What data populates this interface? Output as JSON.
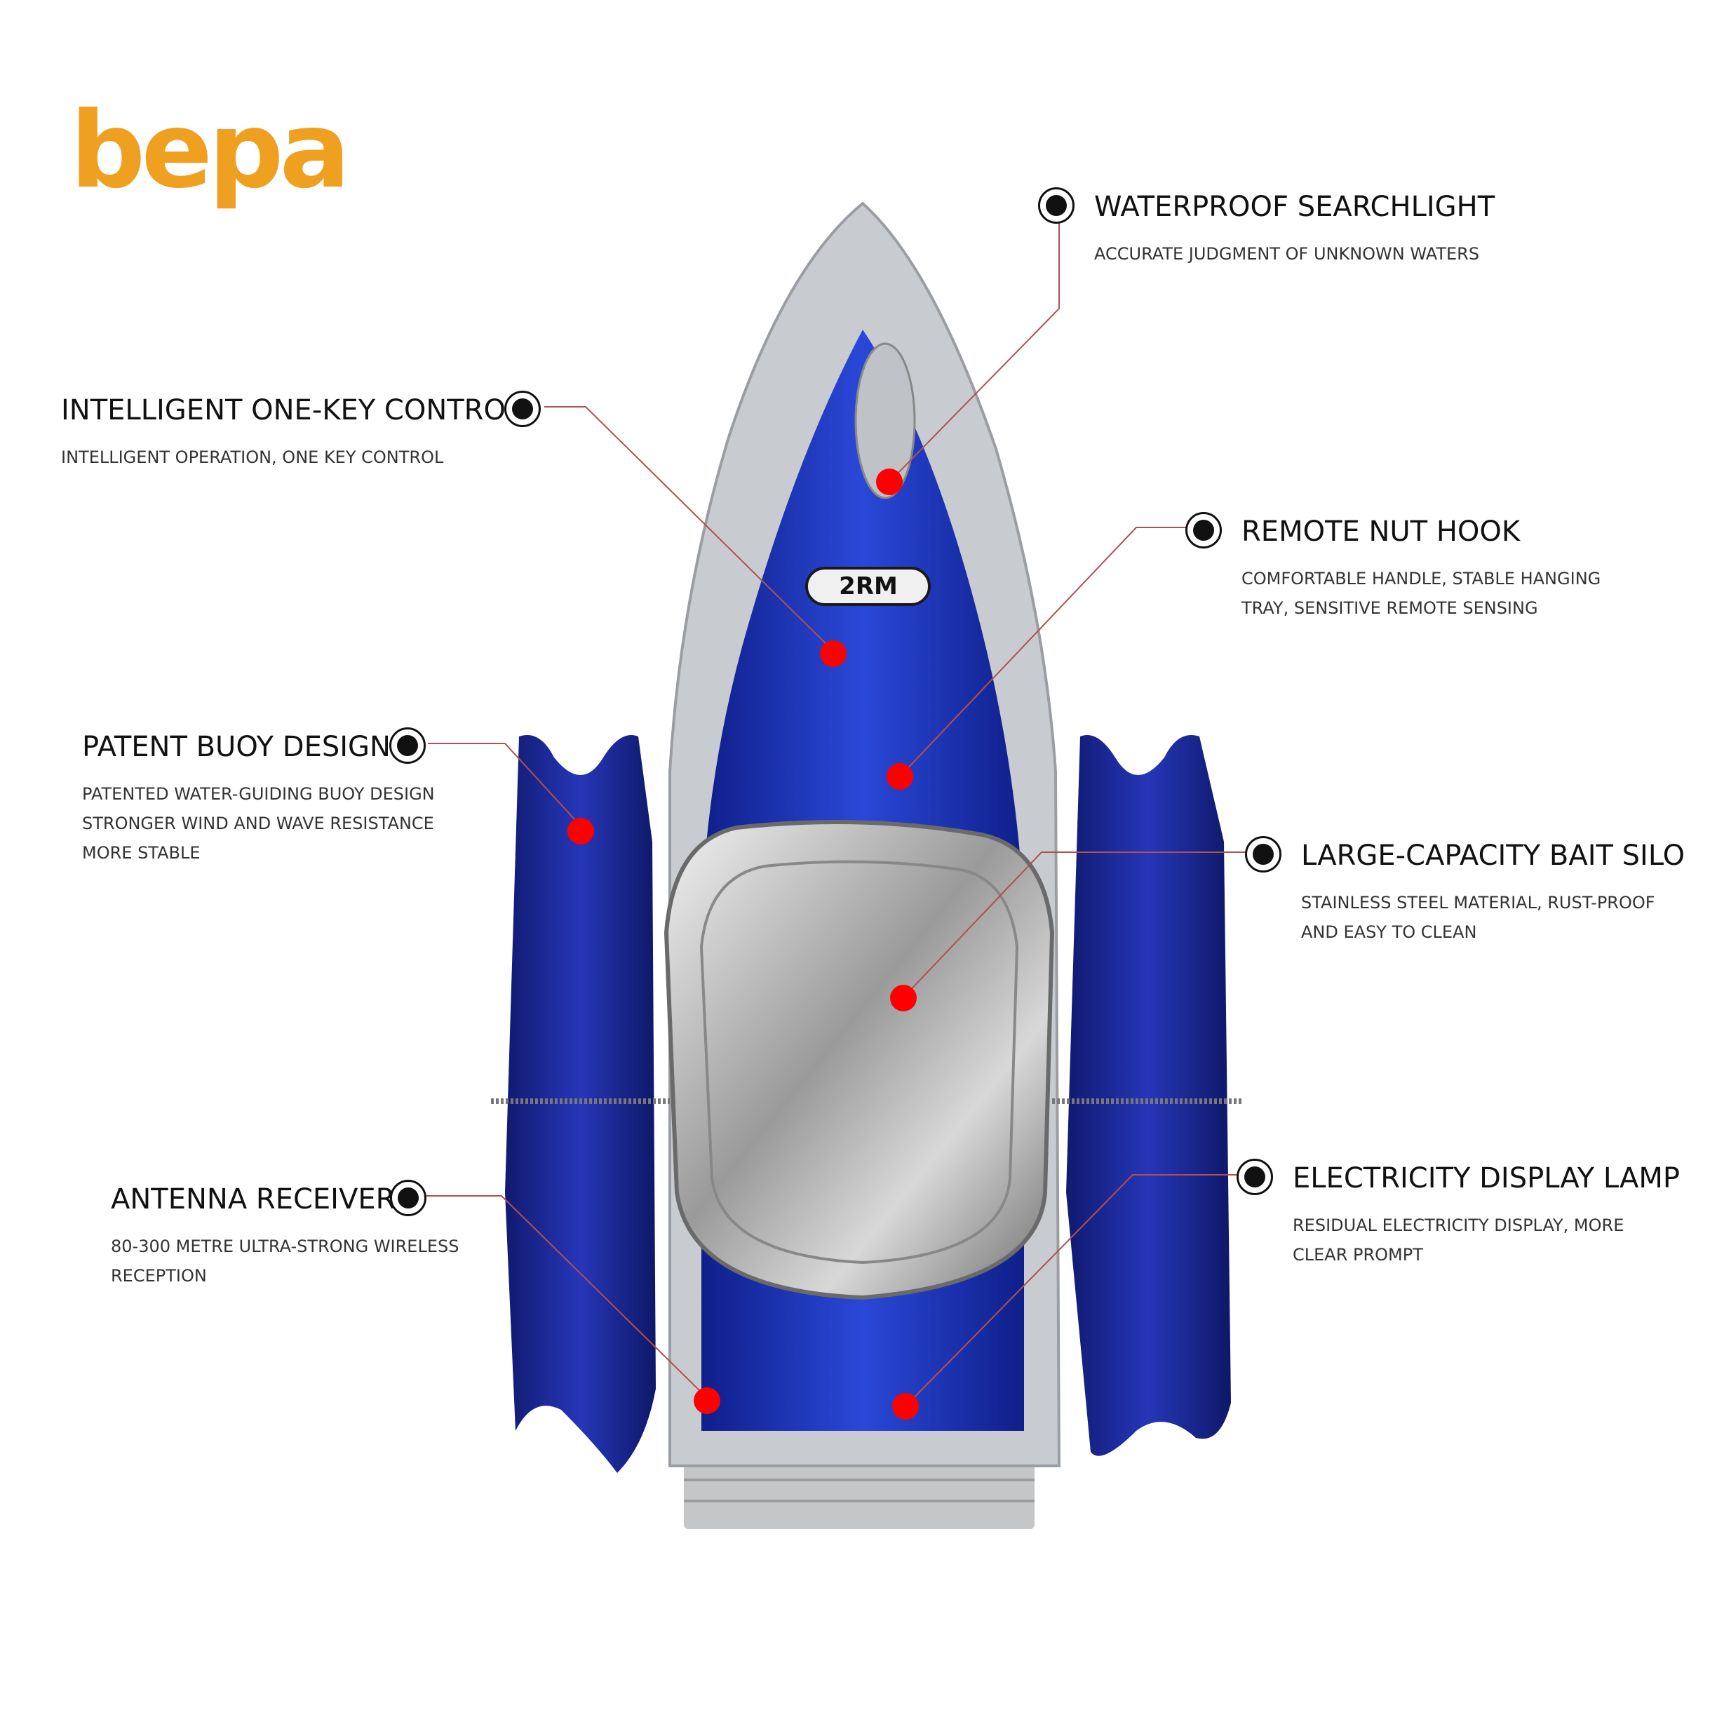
{
  "brand": {
    "logo_text": "bepa",
    "colors": {
      "primary": "#f0a020",
      "accent": "#e0521a"
    }
  },
  "callouts": [
    {
      "title": "WATERPROOF SEARCHLIGHT",
      "desc": [
        "ACCURATE JUDGMENT OF UNKNOWN WATERS"
      ]
    },
    {
      "title": "INTELLIGENT ONE-KEY CONTROL",
      "desc": [
        "INTELLIGENT OPERATION, ONE KEY CONTROL"
      ]
    },
    {
      "title": "REMOTE NUT HOOK",
      "desc": [
        "COMFORTABLE HANDLE, STABLE HANGING",
        "TRAY, SENSITIVE REMOTE SENSING"
      ]
    },
    {
      "title": "PATENT BUOY DESIGN",
      "desc": [
        "PATENTED WATER-GUIDING BUOY DESIGN",
        "STRONGER WIND AND WAVE RESISTANCE",
        "MORE STABLE"
      ]
    },
    {
      "title": "LARGE-CAPACITY BAIT SILO",
      "desc": [
        "STAINLESS STEEL MATERIAL, RUST-PROOF",
        "AND EASY TO CLEAN"
      ]
    },
    {
      "title": "ANTENNA RECEIVER",
      "desc": [
        "80-300 METRE ULTRA-STRONG WIRELESS",
        "RECEPTION"
      ]
    },
    {
      "title": "ELECTRICITY DISPLAY LAMP",
      "desc": [
        "RESIDUAL ELECTRICITY DISPLAY, MORE",
        "CLEAR PROMPT"
      ]
    }
  ],
  "boat": {
    "hull_label": "2RM",
    "colors": {
      "hull": "#1c2fa8",
      "pontoon": "#1a2a9a",
      "trim": "#c8ccd0",
      "marker": "#ff0000"
    }
  }
}
